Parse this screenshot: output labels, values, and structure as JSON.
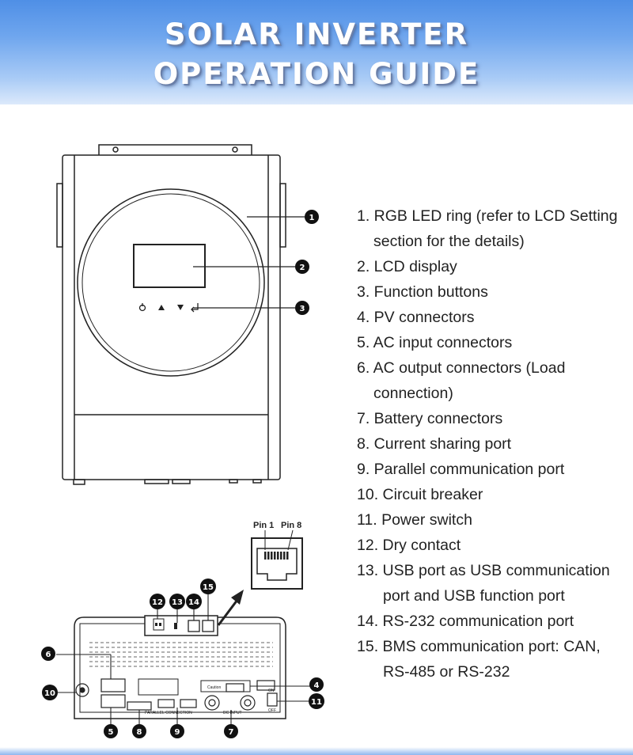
{
  "banner": {
    "title_line1": "SOLAR INVERTER",
    "title_line2": "OPERATION GUIDE"
  },
  "diagram": {
    "pin_labels": [
      "Pin 1",
      "Pin 8"
    ],
    "callouts": [
      "1",
      "2",
      "3",
      "4",
      "5",
      "6",
      "7",
      "8",
      "9",
      "10",
      "11",
      "12",
      "13",
      "14",
      "15"
    ],
    "rear_labels": {
      "caution": "Caution",
      "parallel_connection": "PARALLEL CONNECTION",
      "dc_input": "DC INPUT",
      "on": "ON",
      "off": "OFF"
    },
    "button_icons": [
      "power-cycle-icon",
      "up-arrow-icon",
      "down-arrow-icon",
      "enter-icon"
    ]
  },
  "parts": [
    {
      "line1": "1. RGB LED ring (refer to LCD Setting",
      "line2": "section for the details)"
    },
    {
      "line1": "2. LCD display"
    },
    {
      "line1": "3. Function buttons"
    },
    {
      "line1": "4. PV connectors"
    },
    {
      "line1": "5. AC input connectors"
    },
    {
      "line1": "6. AC output connectors (Load",
      "line2": "connection)"
    },
    {
      "line1": "7. Battery connectors"
    },
    {
      "line1": "8. Current sharing port"
    },
    {
      "line1": "9. Parallel communication port"
    },
    {
      "line1": "10. Circuit breaker"
    },
    {
      "line1": "11. Power switch"
    },
    {
      "line1": "12. Dry contact"
    },
    {
      "line1": "13. USB port as USB communication",
      "line2": "port and USB function port"
    },
    {
      "line1": "14. RS-232 communication port"
    },
    {
      "line1": "15. BMS communication port: CAN,",
      "line2": "RS-485 or RS-232"
    }
  ],
  "colors": {
    "banner_top": "#4f8fe6",
    "banner_bottom": "#dce9fb",
    "ink": "#222222"
  }
}
